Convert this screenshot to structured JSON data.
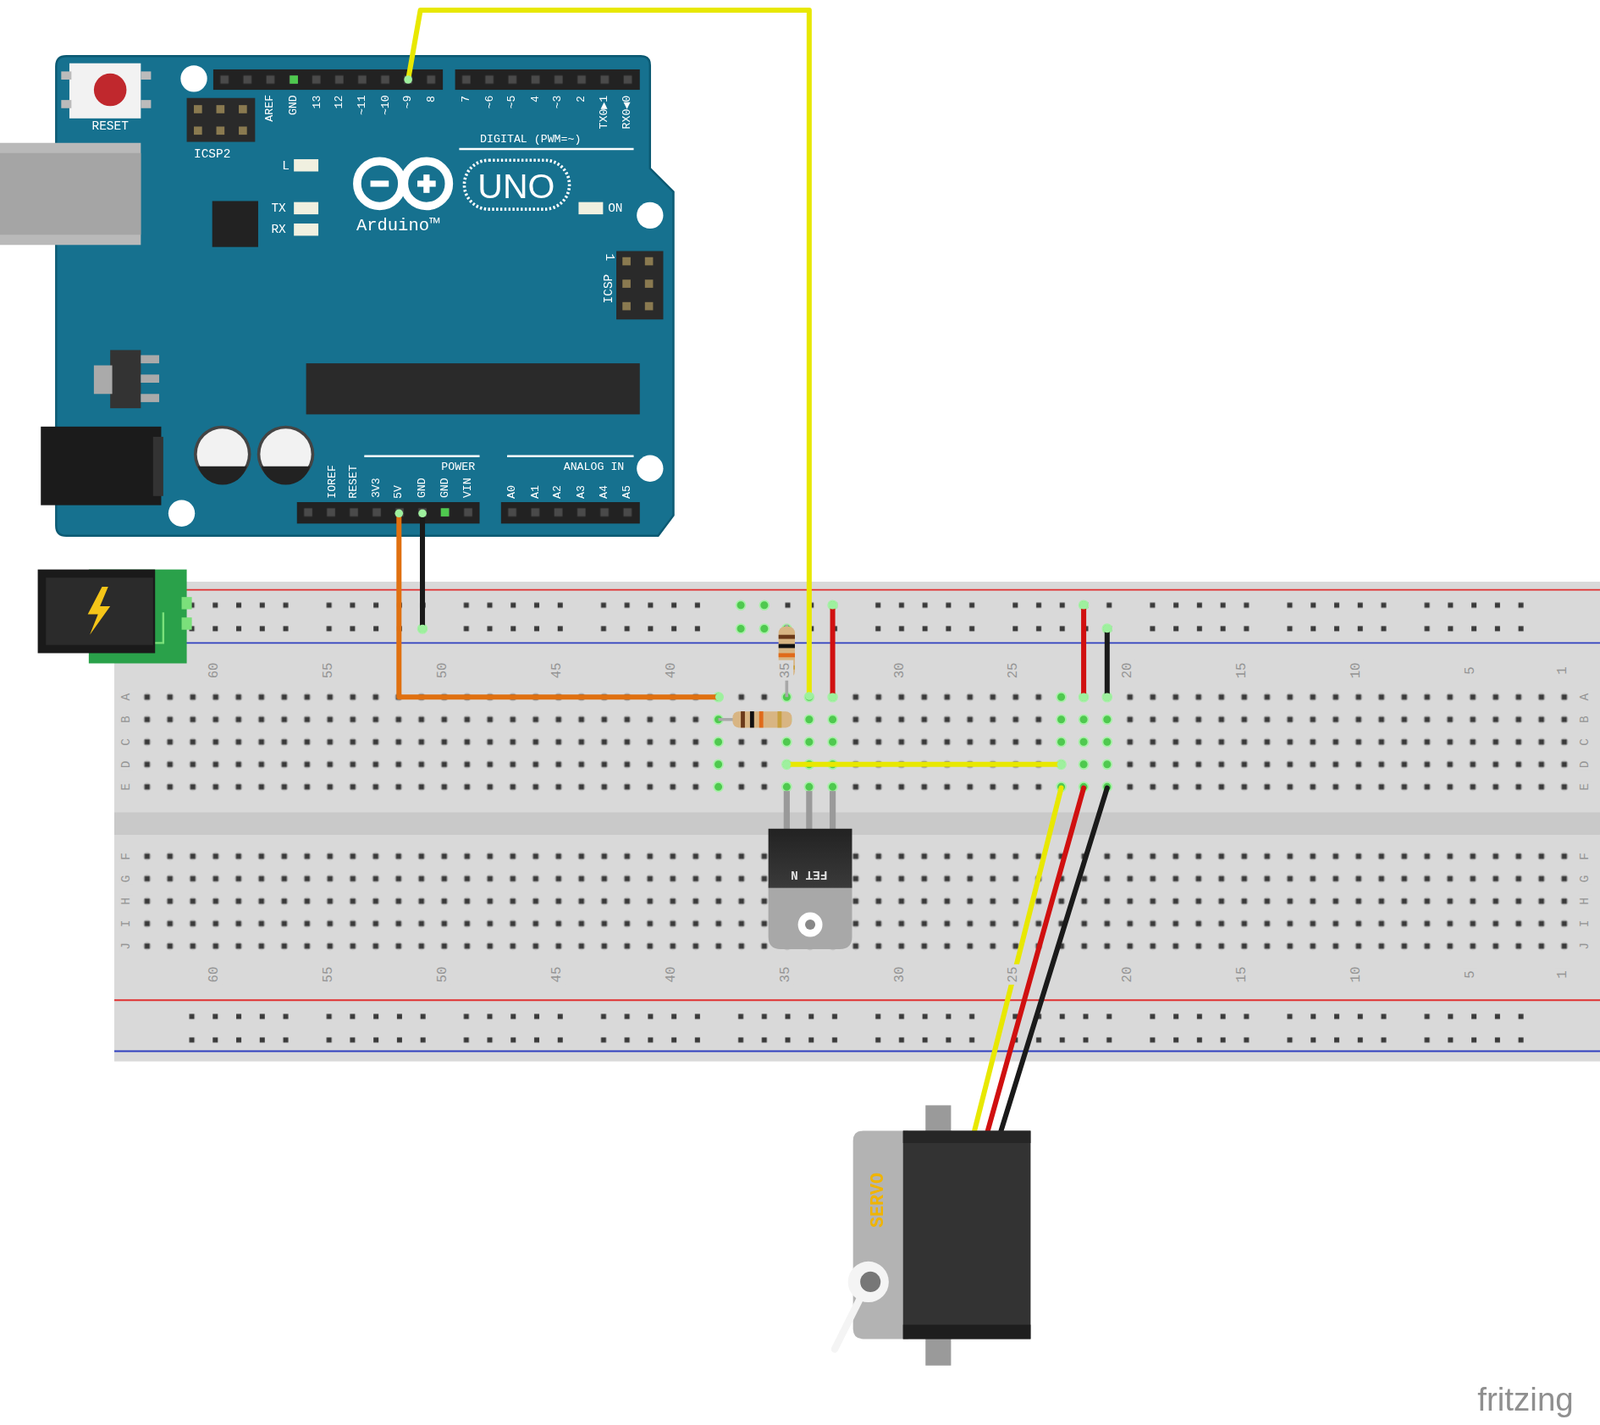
{
  "diagram": {
    "labels": [
      "RESET",
      "ICSP2",
      "AREF",
      "GND",
      "13",
      "12",
      "~11",
      "~10",
      "~9",
      "8",
      "7",
      "~6",
      "~5",
      "4",
      "~3",
      "2",
      "TX0▶1",
      "RX0◀0",
      "DIGITAL (PWM=~)",
      "L",
      "TX",
      "RX",
      "UNO",
      "Arduino™",
      "ON",
      "1",
      "ICSP",
      "IOREF",
      "RESET",
      "3V3",
      "5V",
      "GND",
      "GND",
      "VIN",
      "POWER",
      "ANALOG IN",
      "A0",
      "A1",
      "A2",
      "A3",
      "A4",
      "A5",
      "60",
      "55",
      "50",
      "45",
      "40",
      "35",
      "30",
      "25",
      "20",
      "15",
      "10",
      "5",
      "1",
      "60",
      "55",
      "50",
      "45",
      "40",
      "35",
      "30",
      "25",
      "20",
      "15",
      "10",
      "5",
      "1",
      "A",
      "B",
      "C",
      "D",
      "E",
      "A",
      "B",
      "C",
      "D",
      "E",
      "F",
      "G",
      "H",
      "I",
      "J",
      "F",
      "G",
      "H",
      "I",
      "J",
      "FET N",
      "SERVO",
      "fritzing"
    ]
  }
}
